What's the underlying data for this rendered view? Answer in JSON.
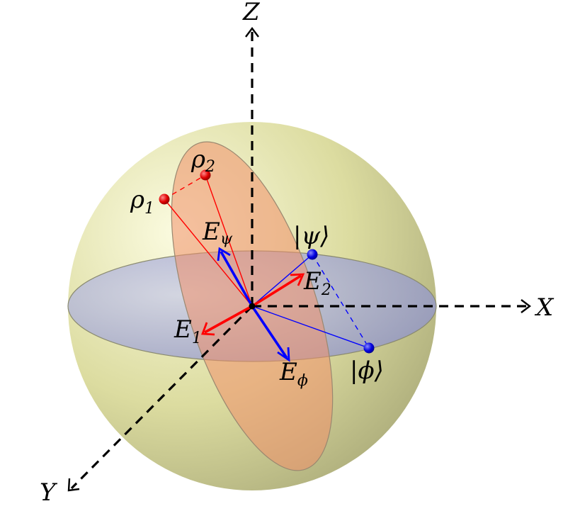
{
  "axes": {
    "x": "X",
    "y": "Y",
    "z": "Z"
  },
  "points": {
    "rho1": {
      "base": "ρ",
      "sub": "1"
    },
    "rho2": {
      "base": "ρ",
      "sub": "2"
    },
    "psi": {
      "text": "|ψ⟩"
    },
    "phi": {
      "text": "|ϕ⟩"
    }
  },
  "vectors": {
    "E_psi": {
      "base": "E",
      "sub": "ψ"
    },
    "E_phi": {
      "base": "E",
      "sub": "ϕ"
    },
    "E_1": {
      "base": "E",
      "sub": "1"
    },
    "E_2": {
      "base": "E",
      "sub": "2"
    }
  },
  "colors": {
    "sphere": "#d4d48c",
    "equator_disc": "#9ea5dc",
    "tilted_plane": "#f0a07a",
    "red": "#ff0000",
    "blue": "#0000ff",
    "axis": "#000000"
  }
}
